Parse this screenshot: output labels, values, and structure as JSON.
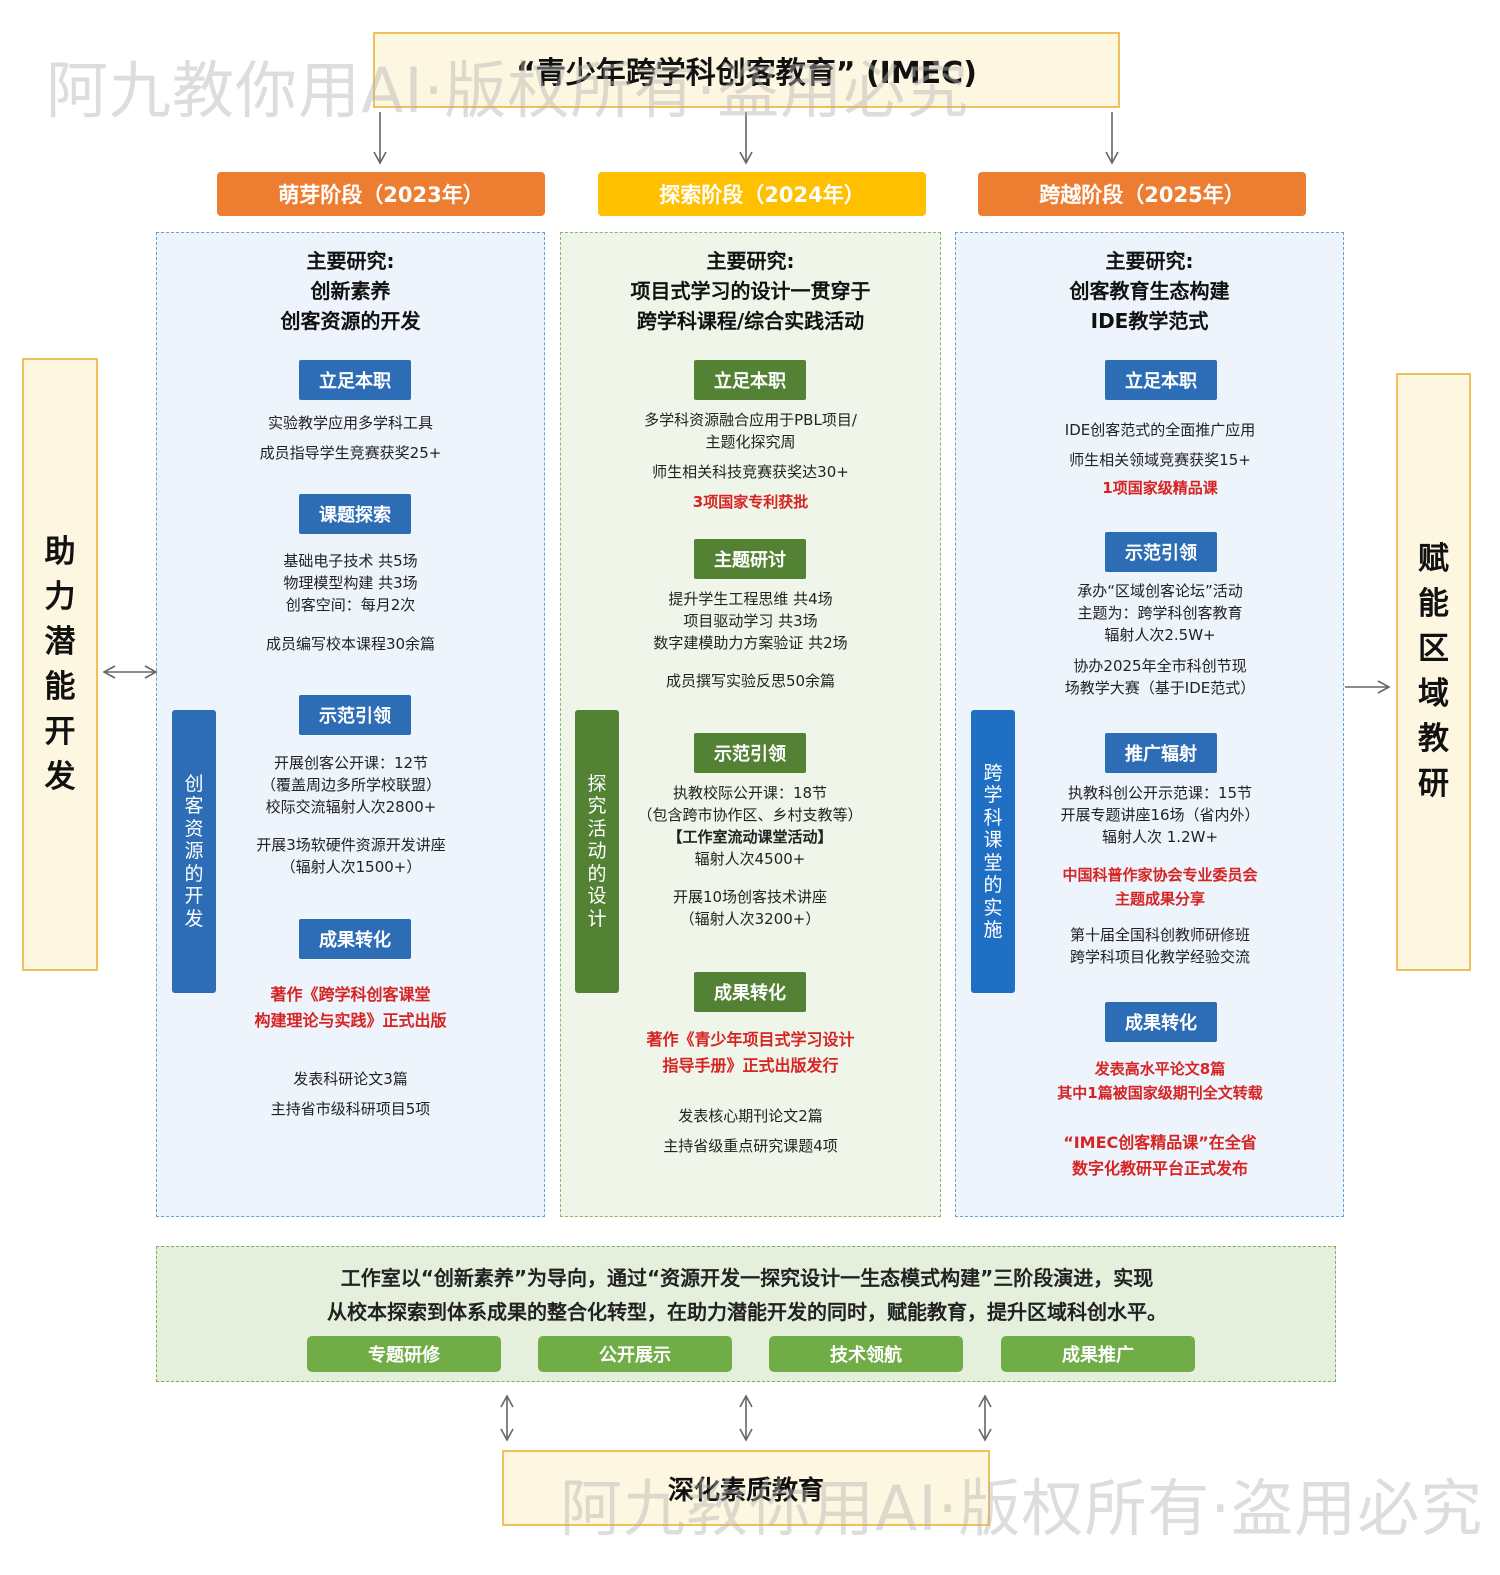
{
  "watermarks": {
    "top": "阿九教你用AI·版权所有·盗用必究",
    "bottom": "阿九教你用AI·版权所有·盗用必究"
  },
  "title": "“青少年跨学科创客教育” (IMEC)",
  "stages": [
    {
      "label": "萌芽阶段（2023年）",
      "color": "#ed7d31"
    },
    {
      "label": "探索阶段（2024年）",
      "color": "#ffc000"
    },
    {
      "label": "跨越阶段（2025年）",
      "color": "#ed7d31"
    }
  ],
  "side": {
    "left": "助力潜能开发",
    "right": "赋能区域教研"
  },
  "col1": {
    "research": [
      "主要研究:",
      "创新素养",
      "创客资源的开发"
    ],
    "vbar": "创客资源的开发",
    "s1": {
      "tag": "立足本职",
      "lines": [
        "实验教学应用多学科工具",
        "成员指导学生竞赛获奖25+"
      ]
    },
    "s2": {
      "tag": "课题探索",
      "block": [
        "基础电子技术 共5场",
        "物理模型构建 共3场",
        "创客空间：每月2次"
      ],
      "extra": "成员编写校本课程30余篇"
    },
    "s3": {
      "tag": "示范引领",
      "block": [
        "开展创客公开课：12节",
        "（覆盖周边多所学校联盟）",
        "校际交流辐射人次2800+"
      ],
      "block2": [
        "开展3场软硬件资源开发讲座",
        "（辐射人次1500+）"
      ]
    },
    "s4": {
      "tag": "成果转化",
      "red": [
        "著作《跨学科创客课堂",
        "构建理论与实践》正式出版"
      ],
      "lines": [
        "发表科研论文3篇",
        "主持省市级科研项目5项"
      ]
    }
  },
  "col2": {
    "research": [
      "主要研究:",
      "项目式学习的设计一贯穿于",
      "跨学科课程/综合实践活动"
    ],
    "vbar": "探究活动的设计",
    "s1": {
      "tag": "立足本职",
      "block": [
        "多学科资源融合应用于PBL项目/",
        "主题化探究周"
      ],
      "line": "师生相关科技竞赛获奖达30+",
      "red": "3项国家专利获批"
    },
    "s2": {
      "tag": "主题研讨",
      "block": [
        "提升学生工程思维 共4场",
        "项目驱动学习 共3场",
        "数字建模助力方案验证 共2场"
      ],
      "extra": "成员撰写实验反思50余篇"
    },
    "s3": {
      "tag": "示范引领",
      "block": [
        "执教校际公开课：18节",
        "（包含跨市协作区、乡村支教等）",
        "【工作室流动课堂活动】",
        "辐射人次4500+"
      ],
      "block2": [
        "开展10场创客技术讲座",
        "（辐射人次3200+）"
      ]
    },
    "s4": {
      "tag": "成果转化",
      "red": [
        "著作《青少年项目式学习设计",
        "指导手册》正式出版发行"
      ],
      "lines": [
        "发表核心期刊论文2篇",
        "主持省级重点研究课题4项"
      ]
    }
  },
  "col3": {
    "research": [
      "主要研究:",
      "创客教育生态构建",
      "IDE教学范式"
    ],
    "vbar": "跨学科课堂的实施",
    "s1": {
      "tag": "立足本职",
      "lines": [
        "IDE创客范式的全面推广应用",
        "师生相关领域竞赛获奖15+"
      ],
      "red": "1项国家级精品课"
    },
    "s2": {
      "tag": "示范引领",
      "block": [
        "承办“区域创客论坛”活动",
        "主题为：跨学科创客教育",
        "辐射人次2.5W+"
      ],
      "block2": [
        "协办2025年全市科创节现",
        "场教学大赛（基于IDE范式）"
      ]
    },
    "s3": {
      "tag": "推广辐射",
      "block": [
        "执教科创公开示范课：15节",
        "开展专题讲座16场（省内外）",
        "辐射人次 1.2W+"
      ],
      "red": [
        "中国科普作家协会专业委员会",
        "主题成果分享"
      ],
      "block2": [
        "第十届全国科创教师研修班",
        "跨学科项目化教学经验交流"
      ]
    },
    "s4": {
      "tag": "成果转化",
      "red": [
        "发表高水平论文8篇",
        "其中1篇被国家级期刊全文转载"
      ],
      "red2": [
        "“IMEC创客精品课”在全省",
        "数字化教研平台正式发布"
      ]
    }
  },
  "summary": {
    "line1": "工作室以“创新素养”为导向，通过“资源开发一探究设计一生态模式构建”三阶段演进，实现",
    "line2": "从校本探索到体系成果的整合化转型，在助力潜能开发的同时，赋能教育，提升区域科创水平。",
    "pills": [
      "专题研修",
      "公开展示",
      "技术领航",
      "成果推广"
    ]
  },
  "bottom": "深化素质教育",
  "colors": {
    "orange": "#ed7d31",
    "yellow": "#ffc000",
    "blue": "#2d6db5",
    "green": "#548235",
    "red": "#d62424",
    "light_green": "#70ad47"
  }
}
